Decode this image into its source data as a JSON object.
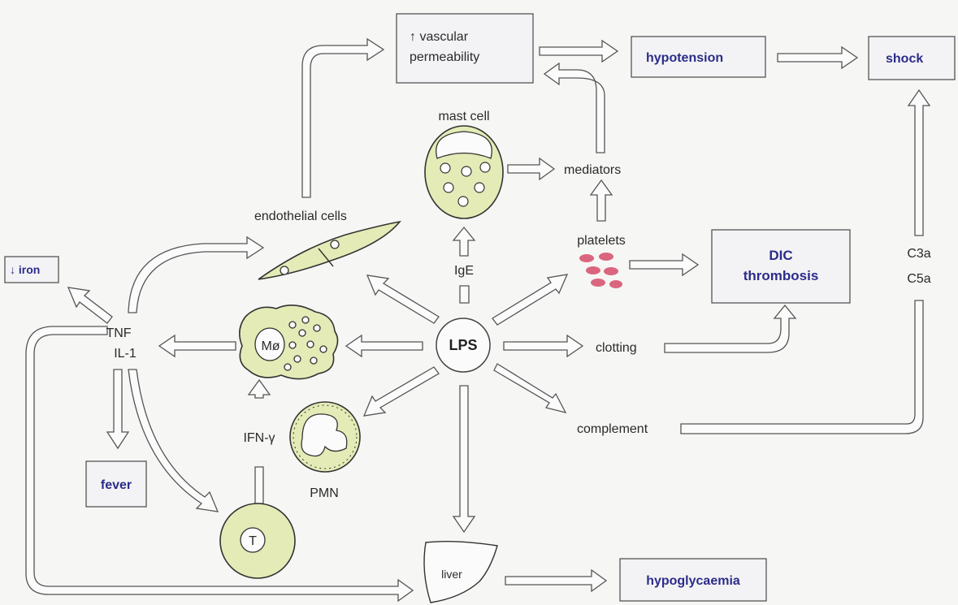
{
  "outcomes": {
    "vascular_permeability": "↑ vascular permeability",
    "vascular_line1": "↑ vascular",
    "vascular_line2": "permeability",
    "hypotension": "hypotension",
    "shock": "shock",
    "dic_line1": "DIC",
    "dic_line2": "thrombosis",
    "iron": "↓ iron",
    "fever": "fever",
    "hypoglycaemia": "hypoglycaemia"
  },
  "labels": {
    "lps": "LPS",
    "mast_cell": "mast cell",
    "mediators": "mediators",
    "platelets": "platelets",
    "endothelial_cells": "endothelial cells",
    "ige": "IgE",
    "tnf": "TNF",
    "il1": "IL-1",
    "macrophage": "Mø",
    "ifn_gamma": "IFN-γ",
    "t_cell": "T",
    "pmn": "PMN",
    "clotting": "clotting",
    "complement": "complement",
    "c3a": "C3a",
    "c5a": "C5a",
    "liver": "liver"
  },
  "colors": {
    "cell_fill": "#e4ebb6",
    "platelet_fill": "#d9667e",
    "outcome_text": "#2c2c8a"
  }
}
